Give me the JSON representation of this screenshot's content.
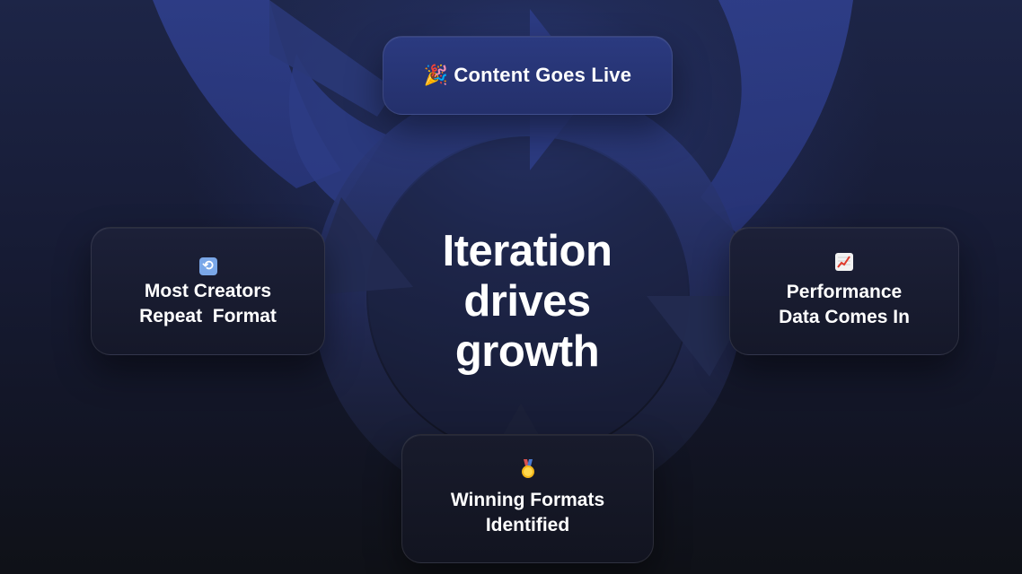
{
  "diagram": {
    "center_title_lines": [
      "Iteration",
      "drives",
      "growth"
    ],
    "steps": {
      "top": {
        "emoji": "🎉",
        "label": "Content Goes Live"
      },
      "right": {
        "emoji": "📈",
        "label_lines": [
          "Performance",
          "Data Comes In"
        ]
      },
      "bottom": {
        "emoji": "🥇",
        "label_lines": [
          "Winning Formats",
          "Identified"
        ]
      },
      "left": {
        "emoji": "🔁",
        "label_lines": [
          "Most Creators",
          "Repeat  Format"
        ]
      }
    }
  },
  "colors": {
    "background_top": "#1d2547",
    "background_bottom": "#0f1117",
    "accent_blue": "#2b3a80",
    "card_dark": "#151829",
    "text": "#ffffff"
  }
}
